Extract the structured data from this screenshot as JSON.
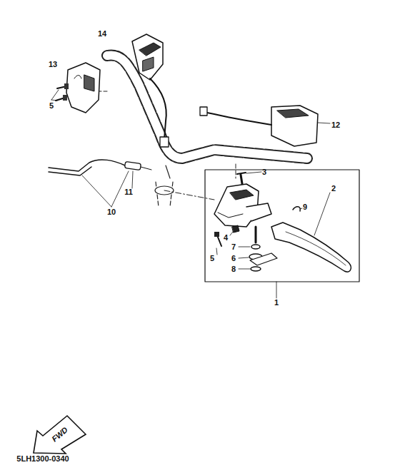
{
  "diagram": {
    "nodes": [
      {
        "text": [
          "FWD"
        ]
      }
    ],
    "labels": [
      "14",
      "13",
      "5",
      "12",
      "3",
      "9",
      "2",
      "11",
      "10",
      "4",
      "7",
      "6",
      "5",
      "8",
      "1",
      "5LH1300-0340"
    ]
  }
}
